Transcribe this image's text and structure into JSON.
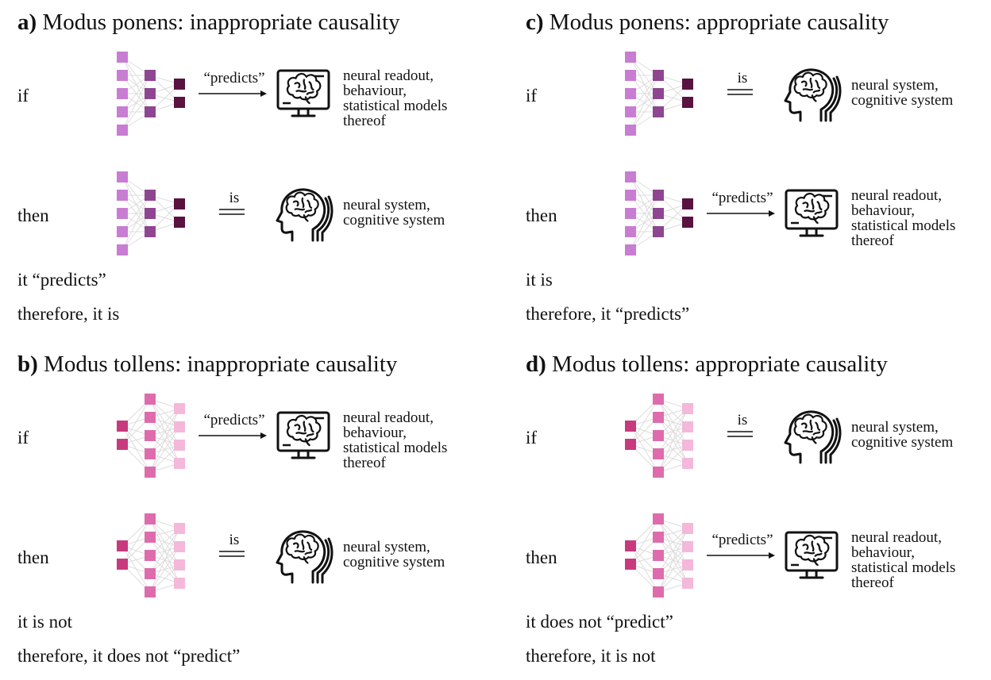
{
  "panels": [
    {
      "id": "a",
      "letter": "a)",
      "title": "Modus ponens: inappropriate causality",
      "direction": "forward",
      "rows": [
        {
          "label": "if",
          "relation": "“predicts”",
          "relation_type": "arrow",
          "target": "computer",
          "desc": [
            "neural readout,",
            "behaviour,",
            "statistical models",
            "thereof"
          ]
        },
        {
          "label": "then",
          "relation": "is",
          "relation_type": "equals",
          "target": "head",
          "desc": [
            "neural system,",
            "cognitive system"
          ]
        }
      ],
      "conclusions": [
        "it “predicts”",
        "therefore, it is"
      ]
    },
    {
      "id": "b",
      "letter": "b)",
      "title": "Modus tollens: inappropriate causality",
      "direction": "reverse",
      "rows": [
        {
          "label": "if",
          "relation": "“predicts”",
          "relation_type": "arrow",
          "target": "computer",
          "desc": [
            "neural readout,",
            "behaviour,",
            "statistical models",
            "thereof"
          ]
        },
        {
          "label": "then",
          "relation": "is",
          "relation_type": "equals",
          "target": "head",
          "desc": [
            "neural system,",
            "cognitive system"
          ]
        }
      ],
      "conclusions": [
        "it is not",
        "therefore, it does not “predict”"
      ]
    },
    {
      "id": "c",
      "letter": "c)",
      "title": "Modus ponens: appropriate causality",
      "direction": "forward",
      "rows": [
        {
          "label": "if",
          "relation": "is",
          "relation_type": "equals",
          "target": "head",
          "desc": [
            "neural system,",
            "cognitive system"
          ]
        },
        {
          "label": "then",
          "relation": "“predicts”",
          "relation_type": "arrow",
          "target": "computer",
          "desc": [
            "neural readout,",
            "behaviour,",
            "statistical models",
            "thereof"
          ]
        }
      ],
      "conclusions": [
        "it is",
        "therefore, it “predicts”"
      ]
    },
    {
      "id": "d",
      "letter": "d)",
      "title": "Modus tollens: appropriate causality",
      "direction": "reverse",
      "rows": [
        {
          "label": "if",
          "relation": "is",
          "relation_type": "equals",
          "target": "head",
          "desc": [
            "neural system,",
            "cognitive system"
          ]
        },
        {
          "label": "then",
          "relation": "“predicts”",
          "relation_type": "arrow",
          "target": "computer",
          "desc": [
            "neural readout,",
            "behaviour,",
            "statistical models",
            "thereof"
          ]
        }
      ],
      "conclusions": [
        "it does not “predict”",
        "therefore, it is not"
      ]
    }
  ],
  "colors": {
    "forward_input": "#c87dd3",
    "forward_hidden": "#8e4690",
    "forward_output": "#5a1240",
    "reverse_input": "#c83a7e",
    "reverse_hidden": "#de6cad",
    "reverse_output": "#f4b8da",
    "edge": "#dddddd",
    "ink": "#111111"
  },
  "icons": {
    "computer": "computer-brain-icon",
    "head": "head-brain-icon"
  }
}
